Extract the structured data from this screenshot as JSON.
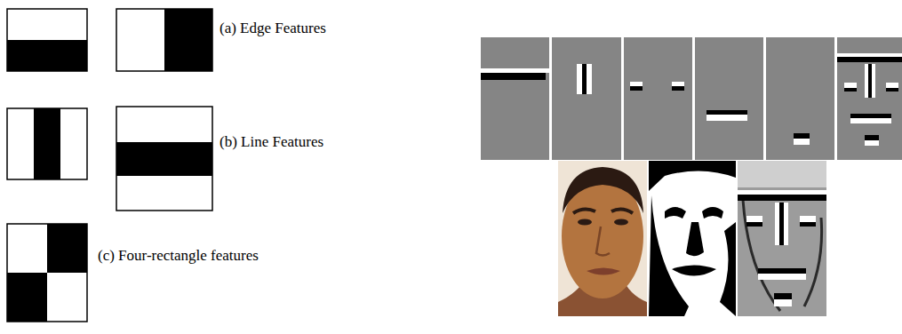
{
  "diagram": {
    "labels": [
      "(a) Edge Features",
      "(b) Line Features",
      "(c) Four-rectangle features"
    ]
  }
}
